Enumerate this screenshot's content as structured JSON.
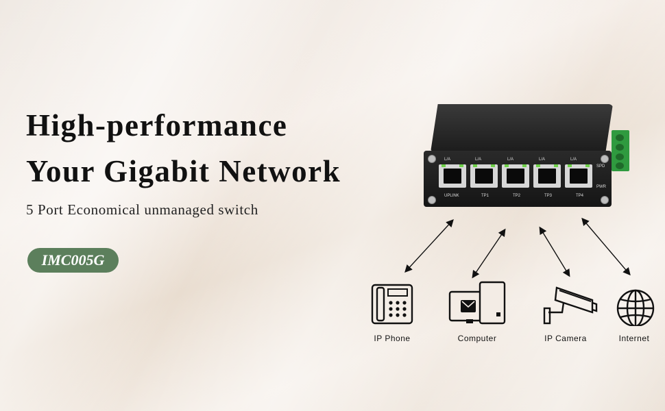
{
  "headline": {
    "line1": "High-performance",
    "line2": "Your Gigabit Network"
  },
  "subtitle": "5 Port Economical unmanaged switch",
  "model": "IMC005G",
  "switch": {
    "port_labels": [
      "UPLINK",
      "TP1",
      "TP2",
      "TP3",
      "TP4"
    ],
    "led_label": "L/A",
    "status_labels": [
      "SPD",
      "PWR"
    ]
  },
  "devices": [
    {
      "label": "IP Phone",
      "icon": "phone-icon"
    },
    {
      "label": "Computer",
      "icon": "computer-icon"
    },
    {
      "label": "IP Camera",
      "icon": "camera-icon"
    },
    {
      "label": "Internet",
      "icon": "globe-icon"
    }
  ],
  "colors": {
    "badge": "#5c7f5c",
    "switch_body": "#1c1c1c",
    "terminal": "#2f9a3f",
    "led": "#6fd04a"
  }
}
